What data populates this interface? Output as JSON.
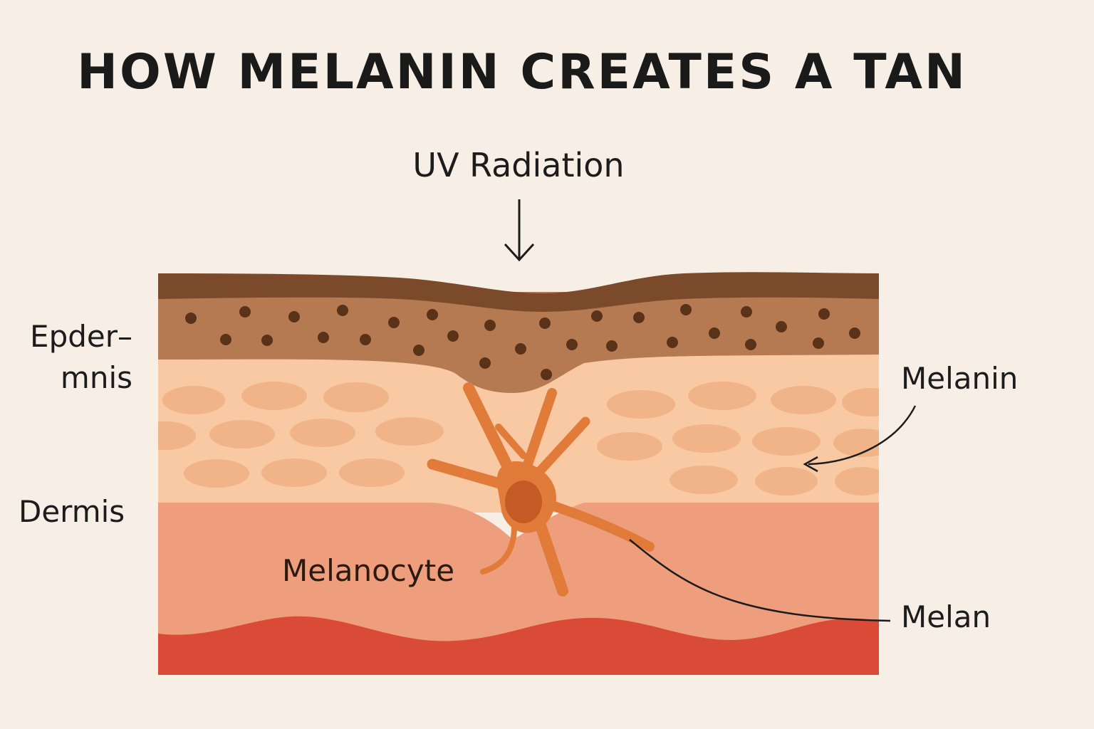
{
  "title": "HOW MELANIN CREATES A TAN",
  "labels": {
    "uv": "UV Radiation",
    "epidermis_line1": "Epder–",
    "epidermis_line2": "mnis",
    "dermis": "Dermis",
    "melanin_top": "Melanin",
    "melanocyte": "Melanocyte",
    "melanin_bottom": "Melan"
  },
  "colors": {
    "background": "#f7efe5",
    "stratum_corneum": "#7a4a2a",
    "melanin_layer": "#b57a52",
    "melanin_granule": "#5a3218",
    "epidermis_cells_bg": "#f8c9a3",
    "cell": "#f0b488",
    "dermis": "#ee9e7c",
    "blood_layer": "#d94a37",
    "melanocyte": "#e07b3a",
    "melanocyte_nucleus": "#c45a26",
    "text": "#1c1c1c"
  }
}
